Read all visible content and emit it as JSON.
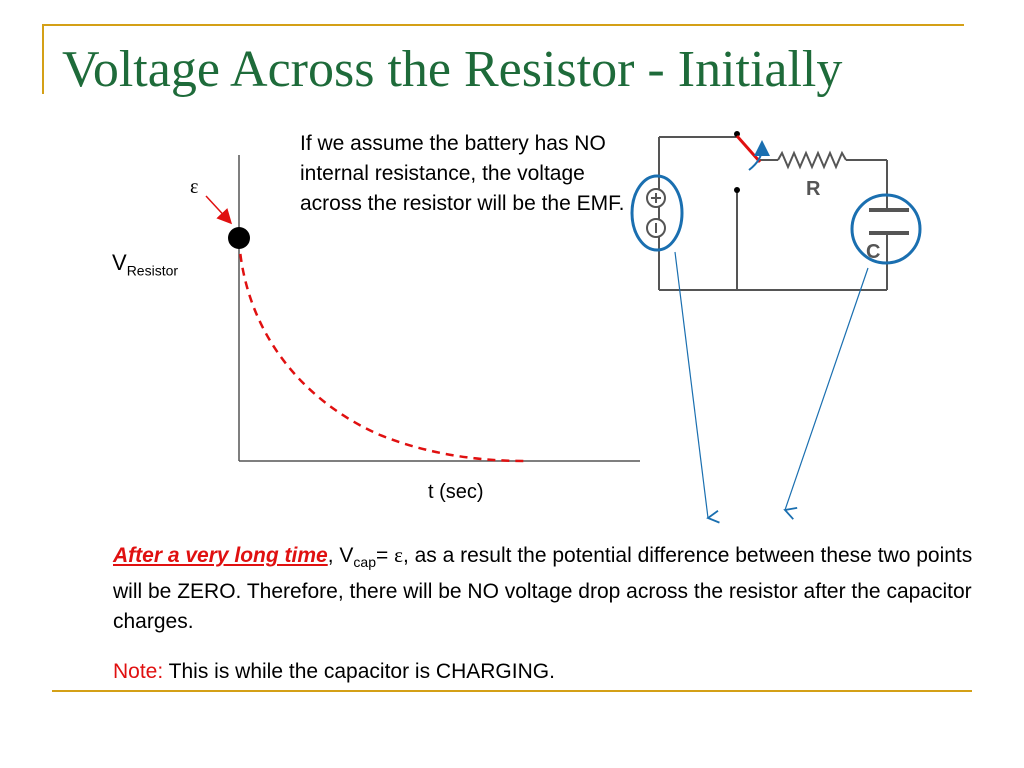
{
  "title": "Voltage Across the Resistor - Initially",
  "graph": {
    "emf_symbol": "ε",
    "v_label": "V",
    "v_sub": "Resistor",
    "t_label": "t (sec)"
  },
  "top_note": "If we assume the battery has NO internal resistance, the voltage across the resistor will be the EMF.",
  "circuit": {
    "resistor_label": "R",
    "capacitor_label": "C"
  },
  "paragraph": {
    "emphasis": "After a very long time",
    "comma": ", ",
    "v": "V",
    "v_sub": "cap",
    "eq": "= ",
    "eps": "ε",
    "rest": ", as a result the potential difference between these two points will be ZERO. Therefore, there will be NO voltage drop across the resistor after the capacitor charges."
  },
  "note": {
    "key": "Note:",
    "text": " This is while the capacitor is CHARGING."
  },
  "colors": {
    "title": "#1e6b3a",
    "accent_line": "#d4a017",
    "curve": "#e01010",
    "highlight": "#1a6fb0"
  }
}
